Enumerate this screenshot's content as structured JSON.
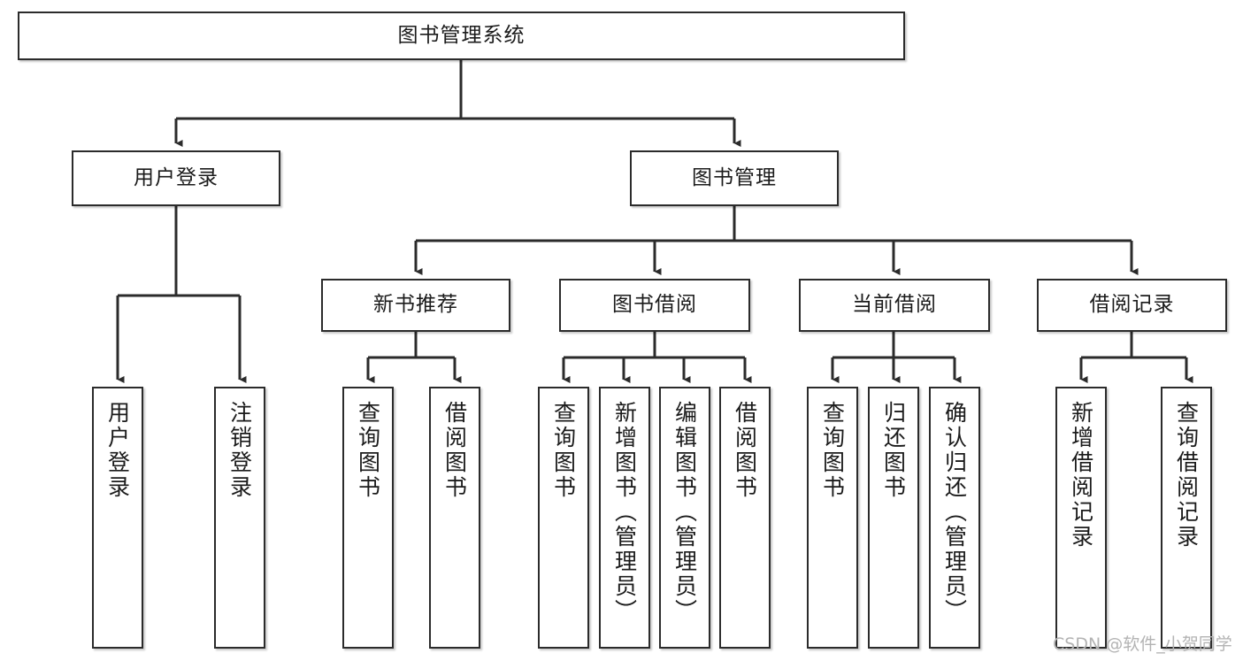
{
  "diagram": {
    "type": "hierarchy-tree",
    "title": "图书管理系统",
    "watermark": "CSDN @软件_小贺同学",
    "colors": {
      "box_border": "#2b2b2b",
      "box_fill": "#ffffff",
      "connector": "#2b2b2b",
      "watermark": "#b3b3b3",
      "background": "#ffffff"
    },
    "levels": {
      "root": {
        "label": "图书管理系统"
      },
      "level2": [
        {
          "label": "用户登录"
        },
        {
          "label": "图书管理"
        }
      ],
      "level3": [
        {
          "label": "新书推荐"
        },
        {
          "label": "图书借阅"
        },
        {
          "label": "当前借阅"
        },
        {
          "label": "借阅记录"
        }
      ]
    },
    "nodes": {
      "root": "图书管理系统",
      "user_login": "用户登录",
      "book_manage": "图书管理",
      "new_book_rec": "新书推荐",
      "book_borrow": "图书借阅",
      "current_borrow": "当前借阅",
      "borrow_record": "借阅记录",
      "leaf_user_login": "用户登录",
      "leaf_user_logout": "注销登录",
      "leaf_query_book_1": "查询图书",
      "leaf_borrow_book_1": "借阅图书",
      "leaf_query_book_2": "查询图书",
      "leaf_add_book_admin": "新增图书（管理员）",
      "leaf_edit_book_admin": "编辑图书（管理员）",
      "leaf_borrow_book_2": "借阅图书",
      "leaf_query_book_3": "查询图书",
      "leaf_return_book": "归还图书",
      "leaf_confirm_return_admin": "确认归还（管理员）",
      "leaf_add_record": "新增借阅记录",
      "leaf_query_record": "查询借阅记录"
    }
  }
}
